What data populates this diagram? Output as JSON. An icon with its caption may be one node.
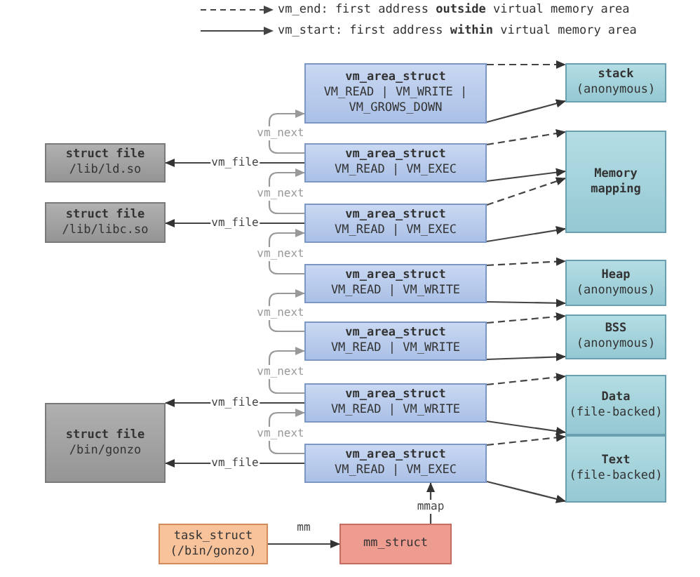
{
  "diagram": {
    "nodes": [
      {
        "text": [
          "vm_area_struct",
          "VM_READ | VM_WRITE | VM_GROWS_DOWN"
        ]
      },
      {
        "text": [
          "stack",
          "(anonymous)"
        ]
      },
      {
        "text": [
          "struct file",
          "/lib/ld.so"
        ]
      },
      {
        "text": [
          "vm_area_struct",
          "VM_READ | VM_EXEC"
        ]
      },
      {
        "text": [
          "Memory mapping"
        ]
      },
      {
        "text": [
          "struct file",
          "/lib/libc.so"
        ]
      },
      {
        "text": [
          "vm_area_struct",
          "VM_READ | VM_EXEC"
        ]
      },
      {
        "text": [
          "vm_area_struct",
          "VM_READ | VM_WRITE"
        ]
      },
      {
        "text": [
          "Heap",
          "(anonymous)"
        ]
      },
      {
        "text": [
          "vm_area_struct",
          "VM_READ | VM_WRITE"
        ]
      },
      {
        "text": [
          "BSS",
          "(anonymous)"
        ]
      },
      {
        "text": [
          "vm_area_struct",
          "VM_READ | VM_WRITE"
        ]
      },
      {
        "text": [
          "Data",
          "(file-backed)"
        ]
      },
      {
        "text": [
          "struct file",
          "/bin/gonzo"
        ]
      },
      {
        "text": [
          "vm_area_struct",
          "VM_READ | VM_EXEC"
        ]
      },
      {
        "text": [
          "Text",
          "(file-backed)"
        ]
      },
      {
        "text": [
          "task_struct",
          "(/bin/gonzo)"
        ]
      },
      {
        "text": [
          "mm_struct"
        ]
      }
    ],
    "edges": [
      {
        "from": 0,
        "to": 1,
        "arrow": "to",
        "style": "dashed"
      },
      {
        "from": 0,
        "to": 1,
        "arrow": "to"
      },
      {
        "from": 3,
        "to": 0,
        "arrow": "to",
        "label": "vm_next",
        "color": "#999999"
      },
      {
        "from": 3,
        "to": 2,
        "arrow": "to",
        "label": "vm_file"
      },
      {
        "from": 3,
        "to": 4,
        "arrow": "to",
        "style": "dashed"
      },
      {
        "from": 3,
        "to": 4,
        "arrow": "to"
      },
      {
        "from": 6,
        "to": 3,
        "arrow": "to",
        "label": "vm_next",
        "color": "#999999"
      },
      {
        "from": 6,
        "to": 5,
        "arrow": "to",
        "label": "vm_file"
      },
      {
        "from": 6,
        "to": 4,
        "arrow": "to",
        "style": "dashed"
      },
      {
        "from": 6,
        "to": 4,
        "arrow": "to"
      },
      {
        "from": 7,
        "to": 6,
        "arrow": "to",
        "label": "vm_next",
        "color": "#999999"
      },
      {
        "from": 7,
        "to": 8,
        "arrow": "to",
        "style": "dashed"
      },
      {
        "from": 7,
        "to": 8,
        "arrow": "to"
      },
      {
        "from": 9,
        "to": 7,
        "arrow": "to",
        "label": "vm_next",
        "color": "#999999"
      },
      {
        "from": 9,
        "to": 10,
        "arrow": "to",
        "style": "dashed"
      },
      {
        "from": 9,
        "to": 10,
        "arrow": "to"
      },
      {
        "from": 11,
        "to": 9,
        "arrow": "to",
        "label": "vm_next",
        "color": "#999999"
      },
      {
        "from": 11,
        "to": 13,
        "arrow": "to",
        "label": "vm_file"
      },
      {
        "from": 11,
        "to": 12,
        "arrow": "to",
        "style": "dashed"
      },
      {
        "from": 11,
        "to": 12,
        "arrow": "to"
      },
      {
        "from": 14,
        "to": 11,
        "arrow": "to",
        "label": "vm_next",
        "color": "#999999"
      },
      {
        "from": 14,
        "to": 13,
        "arrow": "to",
        "label": "vm_file"
      },
      {
        "from": 14,
        "to": 15,
        "arrow": "to",
        "style": "dashed"
      },
      {
        "from": 14,
        "to": 15,
        "arrow": "to"
      },
      {
        "from": 17,
        "to": 14,
        "arrow": "to",
        "label": "mmap"
      },
      {
        "from": 16,
        "to": 17,
        "arrow": "to",
        "label": "mm"
      }
    ],
    "legend": [
      {
        "text": "vm_end: first address **outside** virtual memory area"
      },
      {
        "text": "vm_start: first address **within** virtual memory area"
      }
    ]
  }
}
